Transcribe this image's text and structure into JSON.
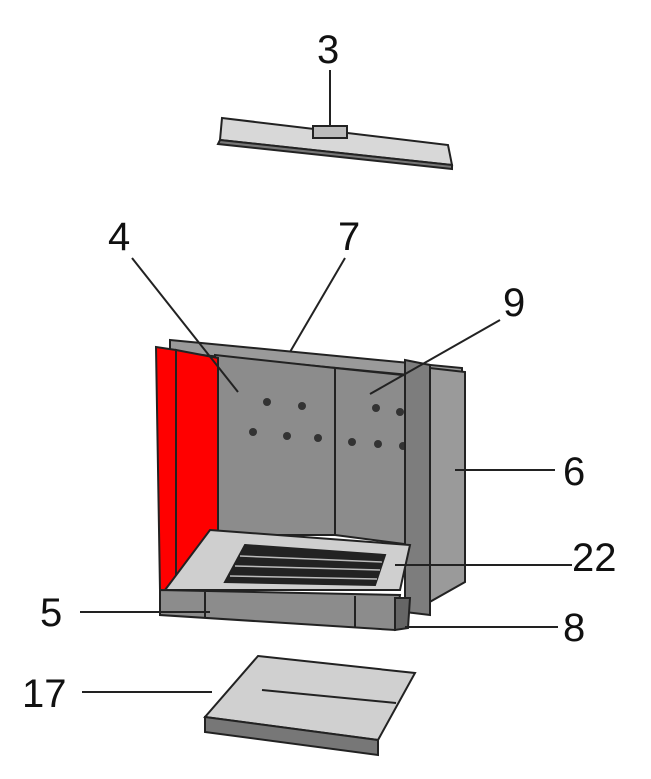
{
  "diagram": {
    "labels": {
      "p3": "3",
      "p4": "4",
      "p7": "7",
      "p9": "9",
      "p6": "6",
      "p22": "22",
      "p5": "5",
      "p8": "8",
      "p17": "17"
    },
    "colors": {
      "highlight": "#ff0000",
      "panel": "#8c8c8c",
      "panel_light": "#cfcfcf",
      "outline": "#222222"
    }
  }
}
